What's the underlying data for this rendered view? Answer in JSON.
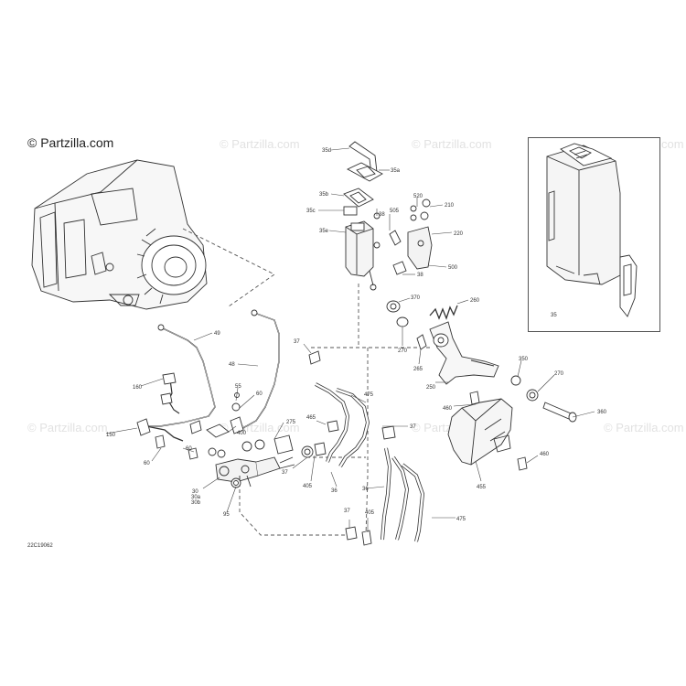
{
  "watermark": "© Partzilla.com",
  "brand": "© Partzilla.com",
  "diagram_code": "22C19062",
  "callouts": {
    "c35d": "35d",
    "c35a": "35a",
    "c35b": "35b",
    "c35c": "35c",
    "c35e": "35e",
    "c38a": "38",
    "c38b": "38",
    "c505": "505",
    "c520": "520",
    "c210": "210",
    "c220": "220",
    "c500": "500",
    "c370": "370",
    "c260": "260",
    "c270a": "270",
    "c265": "265",
    "c250": "250",
    "c350": "350",
    "c270b": "270",
    "c360": "360",
    "c460a": "460",
    "c460b": "460",
    "c455": "455",
    "c475a": "475",
    "c475b": "475",
    "c37a": "37",
    "c37b": "37",
    "c37c": "37",
    "c37d": "37",
    "c36a": "36",
    "c36b": "36",
    "c465": "465",
    "c405a": "405",
    "c405b": "405",
    "c275": "275",
    "c49": "49",
    "c48": "48",
    "c160": "160",
    "c55": "55",
    "c60a": "60",
    "c60b": "60",
    "c60c": "60",
    "c400": "400",
    "c150": "150",
    "c30": "30",
    "c30a": "30a",
    "c30b": "30b",
    "c95": "95",
    "c35": "35"
  }
}
